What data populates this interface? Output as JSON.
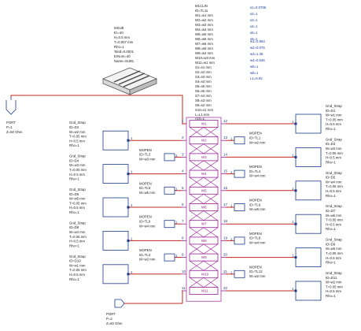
{
  "msub": {
    "lines": [
      "MSUB",
      "Er=40",
      "H=0.5 mm",
      "T=0.007 mm",
      "Rho=1",
      "Tand=0.0001",
      "ErNom=40",
      "Name=SUB1"
    ]
  },
  "m1clin": {
    "lines": [
      "M1CLIN",
      "ID=TL11",
      "W1=w1 mm",
      "W2=w2 mm",
      "W3=w3 mm",
      "W4=w4 mm",
      "W5=w5 mm",
      "W6=w6 mm",
      "W7=w6 mm",
      "W8=w5 mm",
      "W9=w4 mm",
      "W10=w3 mm",
      "W11=w1 mm",
      "S1=s1 mm",
      "S2=s2 mm",
      "S3=s3 mm",
      "S4=s4 mm",
      "S5=s5 mm",
      "S6=s6 mm",
      "S7=s4 mm",
      "S8=s3 mm",
      "S9=s2 mm",
      "S10=s1 mm",
      "L=L1 mm",
      "Acs=1"
    ]
  },
  "vars_top": [
    "s1=0.0796",
    "s2=1",
    "s3=1",
    "s4=1",
    "s5=1",
    "s6=1"
  ],
  "vars_mid": [
    "w1=0.863",
    "w2=0.075",
    "w3=1.36",
    "w4=0.636",
    "w5=1",
    "w6=1"
  ],
  "var_L": "L1=6.92",
  "ports": [
    {
      "lines": [
        "PORT",
        "P=1",
        "Z=50 Ohm"
      ]
    },
    {
      "lines": [
        "PORT",
        "P=2",
        "Z=50 Ohm"
      ]
    }
  ],
  "pins": [
    {
      "n": "1"
    },
    {
      "n": "2"
    },
    {
      "n": "3"
    },
    {
      "n": "4"
    },
    {
      "n": "5"
    },
    {
      "n": "6"
    },
    {
      "n": "7"
    },
    {
      "n": "8"
    },
    {
      "n": "9"
    },
    {
      "n": "10"
    },
    {
      "n": "11"
    },
    {
      "n": "12"
    },
    {
      "n": "13"
    },
    {
      "n": "14"
    },
    {
      "n": "15"
    },
    {
      "n": "16"
    },
    {
      "n": "17"
    },
    {
      "n": "18"
    },
    {
      "n": "19"
    },
    {
      "n": "20"
    },
    {
      "n": "21"
    },
    {
      "n": "22"
    }
  ],
  "lines_labels": [
    "W1",
    "W2",
    "W3",
    "W4",
    "W5",
    "W6",
    "W7",
    "W8",
    "W9",
    "W10",
    "W11"
  ],
  "gnd_left": [
    {
      "lines": [
        "Gnd_Strap",
        "ID=D2",
        "W=w2 mm",
        "T=0.05 mm",
        "H=0.5 mm",
        "Rho=1"
      ]
    },
    {
      "lines": [
        "Gnd_Strap",
        "ID=D4",
        "W=w3 mm",
        "T=0.05 mm",
        "H=0.5 mm",
        "Rho=1"
      ]
    },
    {
      "lines": [
        "Gnd_Strap",
        "ID=D6",
        "W=w5 mm",
        "T=0.05 mm",
        "H=0.5 mm",
        "Rho=1"
      ]
    },
    {
      "lines": [
        "Gnd_Strap",
        "ID=D8",
        "W=w4 mm",
        "T=0.05 mm",
        "H=0.5 mm",
        "Rho=1"
      ]
    },
    {
      "lines": [
        "Gnd_Strap",
        "ID=D10",
        "W=w1 mm",
        "T=0.05 mm",
        "H=0.5 mm",
        "Rho=1"
      ]
    }
  ],
  "gnd_right": [
    {
      "lines": [
        "Gnd_Strap",
        "ID=D1",
        "W=w1 mm",
        "T=0.05 mm",
        "H=0.5 mm",
        "Rho=1"
      ]
    },
    {
      "lines": [
        "Gnd_Strap",
        "ID=D3",
        "W=w3 mm",
        "T=0.05 mm",
        "H=0.5 mm",
        "Rho=1"
      ]
    },
    {
      "lines": [
        "Gnd_Strap",
        "ID=D5",
        "W=w4 mm",
        "T=0.05 mm",
        "H=0.5 mm",
        "Rho=1"
      ]
    },
    {
      "lines": [
        "Gnd_Strap",
        "ID=D7",
        "W=w6 mm",
        "T=0.05 mm",
        "H=0.5 mm",
        "Rho=1"
      ]
    },
    {
      "lines": [
        "Gnd_Strap",
        "ID=D9",
        "W=w5 mm",
        "T=0.05 mm",
        "H=0.5 mm",
        "Rho=1"
      ]
    },
    {
      "lines": [
        "Gnd_Strap",
        "ID=D11",
        "W=w2 mm",
        "T=0.05 mm",
        "H=0.5 mm",
        "Rho=1"
      ]
    }
  ],
  "mopen_left": [
    {
      "lines": [
        "MOPEN",
        "ID=TL3",
        "W=w3 mm"
      ]
    },
    {
      "lines": [
        "MOPEN",
        "ID=TL5",
        "W=w5 mm"
      ]
    },
    {
      "lines": [
        "MOPEN",
        "ID=TL9",
        "W=w4 mm"
      ]
    },
    {
      "lines": [
        "MOPEN",
        "ID=TL2",
        "W=w2 mm"
      ]
    }
  ],
  "mopen_right": [
    {
      "lines": [
        "MOPEN",
        "ID=TL1",
        "W=w2 mm"
      ]
    },
    {
      "lines": [
        "MOPEN",
        "ID=TL4",
        "W=w4 mm"
      ]
    },
    {
      "lines": [
        "MOPEN",
        "ID=TL6",
        "W=w6 mm"
      ]
    },
    {
      "lines": [
        "MOPEN",
        "ID=TL8",
        "W=w4 mm"
      ]
    },
    {
      "lines": [
        "MOPEN",
        "ID=TL12",
        "W=w2 mm"
      ]
    }
  ],
  "stub_pin": "1",
  "colors": {
    "wire": "#c0281e",
    "line": "#9a1e9a",
    "pin": "#1a3a8a",
    "box": "#1a3a8a",
    "text": "#1a1a1a"
  }
}
